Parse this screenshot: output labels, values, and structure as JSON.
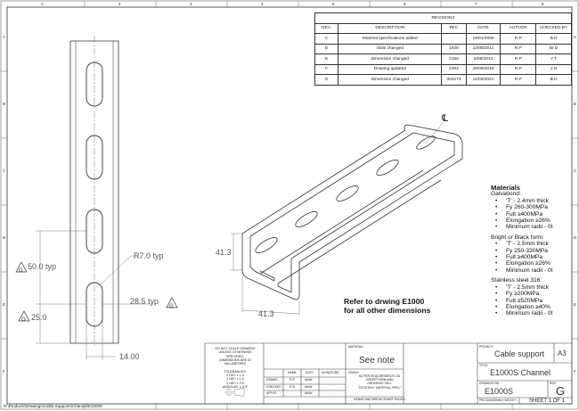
{
  "frame": {
    "col_numbers": [
      "1",
      "2",
      "3",
      "4",
      "5",
      "6",
      "7",
      "8"
    ],
    "row_letters": [
      "A",
      "B",
      "C",
      "D",
      "E",
      "F"
    ],
    "footer_path": "R:\\Products\\Drawings\\Cable Supports\\Channel\\E1000S"
  },
  "revisions": {
    "title": "REVISIONS",
    "headers": [
      "REV.",
      "DESCRIPTION",
      "RFC",
      "DATE",
      "AUTHOR",
      "CHECKED BY"
    ],
    "rows": [
      [
        "C",
        "Material specifications added",
        "",
        "19/01/2009",
        "R.P",
        "B.D"
      ],
      [
        "D",
        "Slots changed",
        "1926",
        "12/08/2011",
        "R.P",
        "Br.D"
      ],
      [
        "E",
        "Dimension changed",
        "2150",
        "6/09/2013",
        "R.P",
        "Y.T"
      ],
      [
        "F",
        "Drawing updated",
        "2304",
        "28/09/2018",
        "R.P",
        "J.D"
      ],
      [
        "G",
        "Dimension changed",
        "002173",
        "11/03/2021",
        "R.P",
        "B.D"
      ]
    ]
  },
  "dims": {
    "radius": "R7.0 typ",
    "d50": "50.0 typ",
    "d285": "28.5 typ",
    "d25": "25.0",
    "d14": "14.00",
    "h413": "41.3",
    "w413": "41.3",
    "tri_g": "G",
    "cl": "℄"
  },
  "refnote": [
    "Refer to drwing E1000",
    "for all other dimensions"
  ],
  "materials": {
    "title": "Materials",
    "groups": [
      {
        "name": "Galvabond:",
        "items": [
          "'T' - 2.4mm thick",
          "Fy 260-300MPa",
          "Fult ≥400MPa",
          "Elongation ≥26%",
          "Minimum radii - 0t"
        ]
      },
      {
        "name": "Bright or Black form:",
        "items": [
          "'T' - 2.5mm thick",
          "Fy 250-330MPa",
          "Fult ≥400MPa",
          "Elongation ≥26%",
          "Minimum radii - 0t"
        ]
      },
      {
        "name": "Stainless steel 316:",
        "items": [
          "'T' - 2.5mm thick",
          "Fy ≥200MPa",
          "Fult ≥520MPa",
          "Elongation ≥40%",
          "Minimum radii - 0t"
        ]
      }
    ]
  },
  "titleblock": {
    "notes_left": [
      "DO NOT SCALE DRAWING",
      "UNLESS OTHERWISE SPECIFIED:",
      "DIMENSIONS ARE IN MILLIMETERS",
      "",
      "TOLERANCES:",
      "0 DEC  ± 1.0",
      "1 DEC  ± 1.0",
      "2 DEC  ± 0.5",
      "ANGULAR: ± 0.5°"
    ],
    "name_h": "NAME",
    "date_h": "DATE",
    "signature_h": "SIGNATURE",
    "drawn_label": "DRAWN",
    "checked_label": "CHECKED",
    "approved_label": "APPVD",
    "drawn_name": "R.P",
    "checked_name": "R.D",
    "approved_name": "-",
    "date_val": "##/##",
    "material_label": "MATERIAL:",
    "material_value": "See note",
    "finish_label": "FINISH:",
    "finish_value": [
      "AS PER REQUIREMENTS ON",
      "ORDER FORM AND",
      "ORDERING SELL",
      "\"EZYSTRUT MATERIAL SPEC\""
    ],
    "edges_label": "DEBUR AND BREAK SHARP EDGES",
    "project_label": "PROJECT:",
    "project_value": "Cable support",
    "size_value": "A3",
    "title_label": "TITLE:",
    "title_value": "E1000S Channel",
    "dwg_label": "DRAWING NO.",
    "dwg_value": "E1000S",
    "rev_label": "REV.",
    "rev_value": "G",
    "weight_label": "PRICE/ASSEMBLY WEIGHT:",
    "sheet_value": "SHEET 1 OF 1"
  }
}
